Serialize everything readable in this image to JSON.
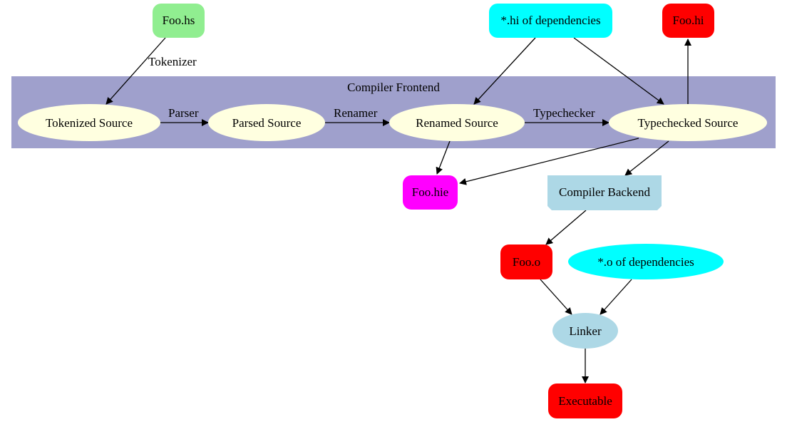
{
  "cluster": {
    "label": "Compiler Frontend",
    "fill": "#9fa0cc"
  },
  "nodes": {
    "foo_hs": {
      "label": "Foo.hs",
      "fill": "#90ee90"
    },
    "hi_deps": {
      "label": "*.hi of dependencies",
      "fill": "#00ffff"
    },
    "foo_hi": {
      "label": "Foo.hi",
      "fill": "#ff0000"
    },
    "tokenized": {
      "label": "Tokenized Source",
      "fill": "#ffffe0"
    },
    "parsed": {
      "label": "Parsed Source",
      "fill": "#ffffe0"
    },
    "renamed": {
      "label": "Renamed Source",
      "fill": "#ffffe0"
    },
    "typechecked": {
      "label": "Typechecked Source",
      "fill": "#ffffe0"
    },
    "foo_hie": {
      "label": "Foo.hie",
      "fill": "#ff00ff"
    },
    "backend": {
      "label": "Compiler Backend",
      "fill": "#add8e6"
    },
    "foo_o": {
      "label": "Foo.o",
      "fill": "#ff0000"
    },
    "o_deps": {
      "label": "*.o of dependencies",
      "fill": "#00ffff"
    },
    "linker": {
      "label": "Linker",
      "fill": "#add8e6"
    },
    "executable": {
      "label": "Executable",
      "fill": "#ff0000"
    }
  },
  "edges": {
    "tokenizer": "Tokenizer",
    "parser": "Parser",
    "renamer": "Renamer",
    "typechecker": "Typechecker"
  }
}
